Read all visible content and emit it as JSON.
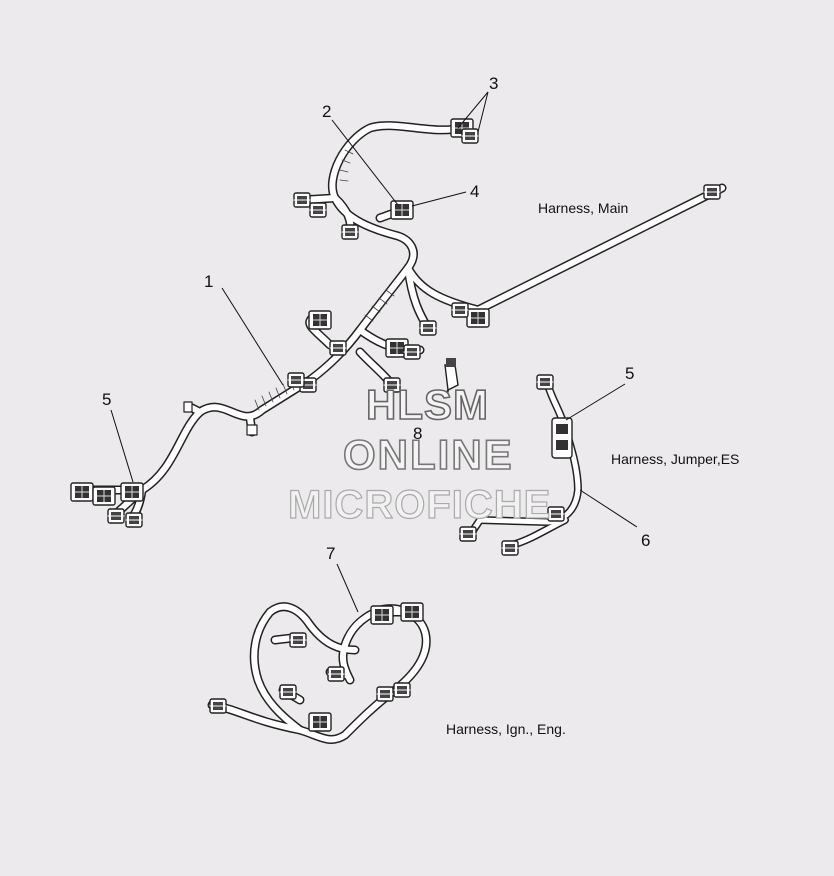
{
  "callouts": {
    "c1": "1",
    "c2": "2",
    "c3": "3",
    "c4": "4",
    "c5a": "5",
    "c5b": "5",
    "c6": "6",
    "c7": "7",
    "c8": "8"
  },
  "labels": {
    "main": "Harness, Main",
    "jumper": "Harness, Jumper,ES",
    "ignition": "Harness, Ign., Eng."
  },
  "watermark": {
    "line1": "HLSM",
    "line2": "ONLINE",
    "line3": "MICROFICHE"
  }
}
